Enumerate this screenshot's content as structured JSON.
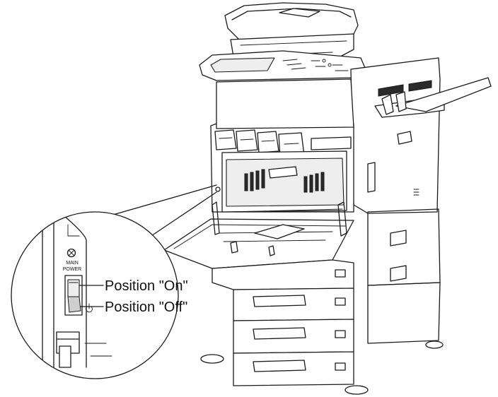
{
  "callout": {
    "switch_caption_line1": "MAIN",
    "switch_caption_line2": "POWER",
    "label_on": "Position \"On\"",
    "label_off": "Position \"Off\""
  },
  "icons": {
    "switch": "main-power-switch-icon",
    "power_symbol": "power-standby-icon",
    "screw": "screw-icon"
  }
}
